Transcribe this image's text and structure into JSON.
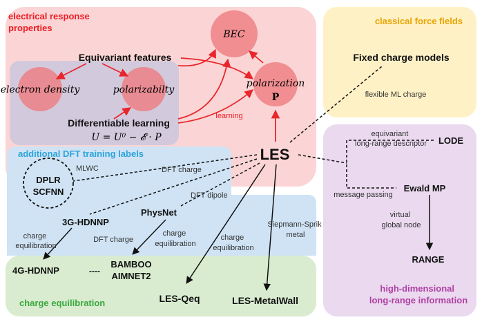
{
  "colors": {
    "electrical": "#fbd5d5",
    "classical": "#fff1c6",
    "dft": "#cfe3f4",
    "charge_eq": "#d9ecd0",
    "highdim": "#ead9ef",
    "overlap": "#d3c9dc",
    "circle": "#ee7c80",
    "red_text": "#ee1c24",
    "red_arrow": "#e8262c",
    "dft_text": "#2ca3dc",
    "chargeeq_text": "#38a83c",
    "highdim_text": "#b03fa3",
    "classical_text": "#e8a400"
  },
  "regions": {
    "electrical": "electrical response\nproperties",
    "classical": "classical force fields",
    "dft": "additional DFT training labels",
    "charge_eq": "charge equilibration",
    "highdim": "high-dimensional\nlong-range information"
  },
  "nodes": {
    "bec": "BEC",
    "electron_density": "electron density",
    "polarizability": "polarizabilty",
    "polarization": "polarization",
    "polarization_symbol": "P",
    "equivariant_features": "Equivariant features",
    "differentiable_learning": "Differentiable learning",
    "energy_eq": "U = U⁰ − 𝓔 · P",
    "fixed_charge": "Fixed charge models",
    "les": "LES",
    "lode": "LODE",
    "ewald": "Ewald MP",
    "range": "RANGE",
    "dplr": "DPLR",
    "scfnn": "SCFNN",
    "hdnnp3": "3G-HDNNP",
    "hdnnp4": "4G-HDNNP",
    "physnet": "PhysNet",
    "bamboo": "BAMBOO",
    "aimnet2": "AIMNET2",
    "les_qeq": "LES-Qeq",
    "les_metalwall": "LES-MetalWall"
  },
  "edges": {
    "learning": "learning",
    "flexible_ml_charge": "flexible ML charge",
    "equivariant_descriptor": "equivariant\nlong-range descriptor",
    "message_passing": "message passing",
    "virtual_global_node": "virtual\nglobal node",
    "mlwc": "MLWC",
    "dft_charge_les": "DFT charge",
    "dft_dipole": "DFT dipole",
    "siepmann": "Siepmann-Sprik\nmetal",
    "charge_eq_3g": "charge\nequilibration",
    "dft_charge_physnet": "DFT charge",
    "charge_eq_physnet": "charge\nequilibration",
    "charge_eq_qeq": "charge\nequilibration",
    "dash": "----"
  }
}
